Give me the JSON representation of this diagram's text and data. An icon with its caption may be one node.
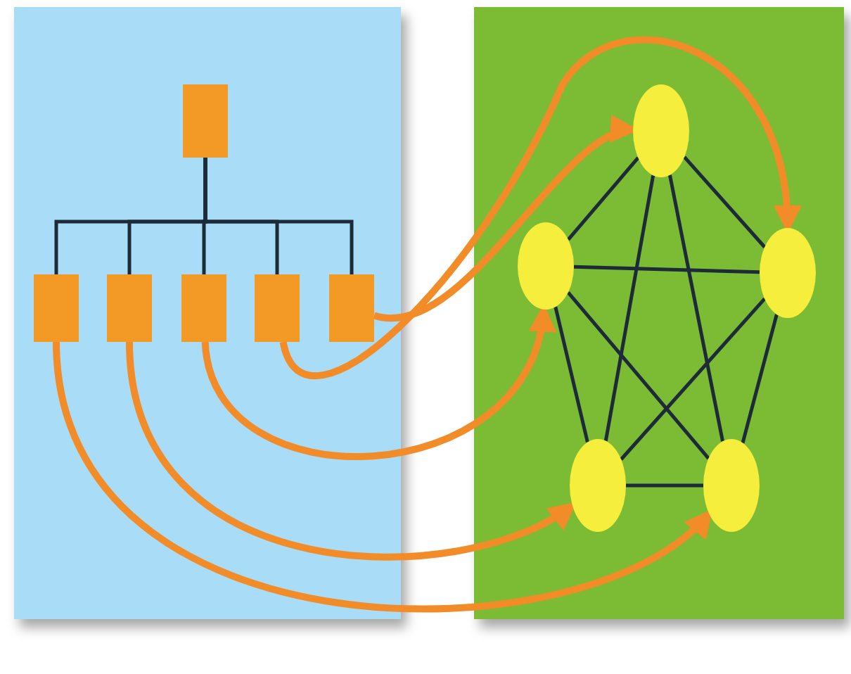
{
  "diagram": {
    "nodes": [
      {
        "text": [],
        "shape": "box"
      },
      {
        "text": [],
        "shape": "box",
        "in": 0
      },
      {
        "text": [],
        "shape": "box",
        "in": 0
      },
      {
        "text": [],
        "shape": "box",
        "in": 0
      },
      {
        "text": [],
        "shape": "box",
        "in": 0
      },
      {
        "text": [],
        "shape": "box",
        "in": 0
      },
      {
        "text": [],
        "shape": "box",
        "in": 0
      },
      {
        "text": [],
        "shape": "box"
      },
      {
        "text": [],
        "shape": "circle",
        "in": 7
      },
      {
        "text": [],
        "shape": "circle",
        "in": 7
      },
      {
        "text": [],
        "shape": "circle",
        "in": 7
      },
      {
        "text": [],
        "shape": "circle",
        "in": 7
      },
      {
        "text": [],
        "shape": "circle",
        "in": 7
      }
    ],
    "edges": [
      {
        "from": 1,
        "to": 2,
        "arrow": "none"
      },
      {
        "from": 1,
        "to": 3,
        "arrow": "none"
      },
      {
        "from": 1,
        "to": 4,
        "arrow": "none"
      },
      {
        "from": 1,
        "to": 5,
        "arrow": "none"
      },
      {
        "from": 1,
        "to": 6,
        "arrow": "none"
      },
      {
        "from": 8,
        "to": 9,
        "arrow": "none"
      },
      {
        "from": 8,
        "to": 10,
        "arrow": "none"
      },
      {
        "from": 8,
        "to": 11,
        "arrow": "none"
      },
      {
        "from": 8,
        "to": 12,
        "arrow": "none"
      },
      {
        "from": 9,
        "to": 10,
        "arrow": "none"
      },
      {
        "from": 9,
        "to": 11,
        "arrow": "none"
      },
      {
        "from": 9,
        "to": 12,
        "arrow": "none"
      },
      {
        "from": 10,
        "to": 11,
        "arrow": "none"
      },
      {
        "from": 10,
        "to": 12,
        "arrow": "none"
      },
      {
        "from": 11,
        "to": 12,
        "arrow": "none"
      },
      {
        "from": 2,
        "to": 12,
        "arrow": "to",
        "style": "thick",
        "color": "#f28c28"
      },
      {
        "from": 3,
        "to": 11,
        "arrow": "to",
        "style": "thick",
        "color": "#f28c28"
      },
      {
        "from": 4,
        "to": 9,
        "arrow": "to",
        "style": "thick",
        "color": "#f28c28"
      },
      {
        "from": 5,
        "to": 10,
        "arrow": "to",
        "style": "thick",
        "color": "#f28c28"
      },
      {
        "from": 6,
        "to": 8,
        "arrow": "to",
        "style": "thick",
        "color": "#f28c28"
      }
    ]
  }
}
